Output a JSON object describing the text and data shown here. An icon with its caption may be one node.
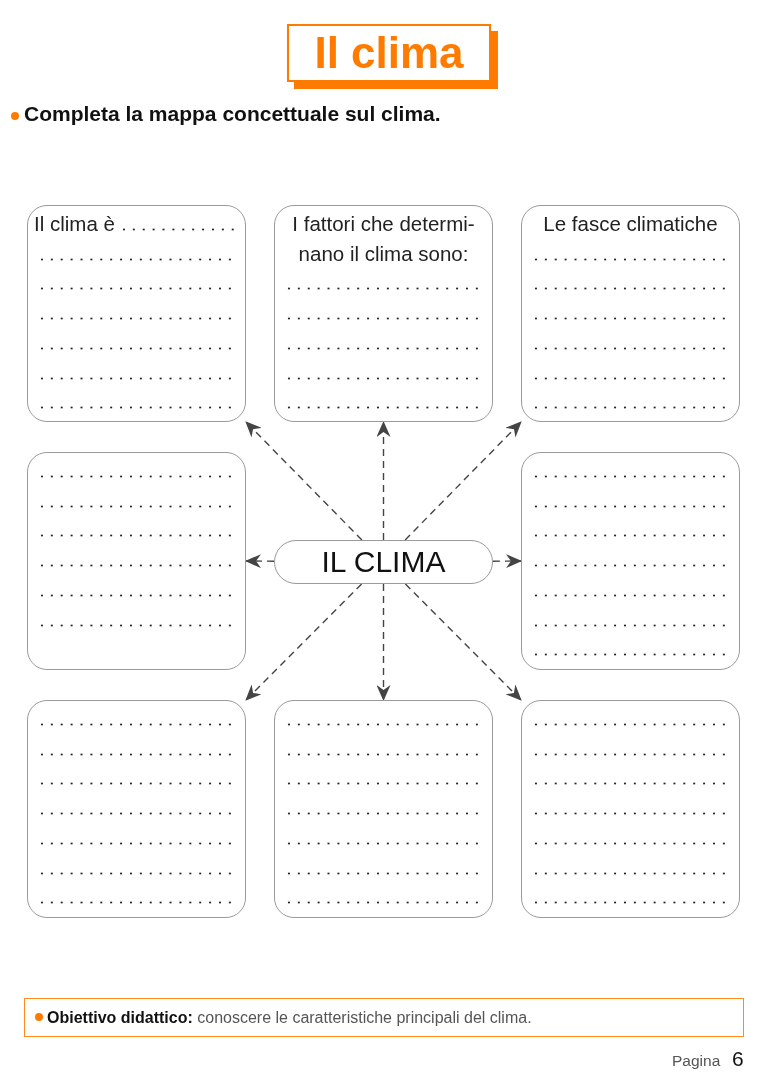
{
  "diagram": {
    "title": "Il clima",
    "nodes": [
      {
        "text": [
          "Il clima è"
        ]
      },
      {
        "text": [
          "I fattori che determi- nano il clima sono:"
        ]
      },
      {
        "text": [
          "Le fasce climatiche"
        ]
      },
      {
        "text": [],
        "shape": "box"
      },
      {
        "text": [
          "IL CLIMA"
        ]
      },
      {
        "text": [],
        "shape": "box"
      },
      {
        "text": [],
        "shape": "box"
      },
      {
        "text": [],
        "shape": "box"
      },
      {
        "text": [],
        "shape": "box"
      },
      {
        "text": [
          "**Obiettivo didattico:** conoscere le caratteristiche principali del clima."
        ]
      }
    ],
    "edges": [
      {
        "from": 4,
        "to": 0,
        "arrow": "to",
        "style": "dashed"
      },
      {
        "from": 4,
        "to": 1,
        "arrow": "to",
        "style": "dashed"
      },
      {
        "from": 4,
        "to": 2,
        "arrow": "to",
        "style": "dashed"
      },
      {
        "from": 4,
        "to": 3,
        "arrow": "to",
        "style": "dashed"
      },
      {
        "from": 4,
        "to": 5,
        "arrow": "to",
        "style": "dashed"
      },
      {
        "from": 4,
        "to": 6,
        "arrow": "to",
        "style": "dashed"
      },
      {
        "from": 4,
        "to": 7,
        "arrow": "to",
        "style": "dashed"
      },
      {
        "from": 4,
        "to": 8,
        "arrow": "to",
        "style": "dashed"
      }
    ],
    "labels": [
      "Completa la mappa concettuale sul clima.",
      "Pagina",
      "6"
    ]
  }
}
